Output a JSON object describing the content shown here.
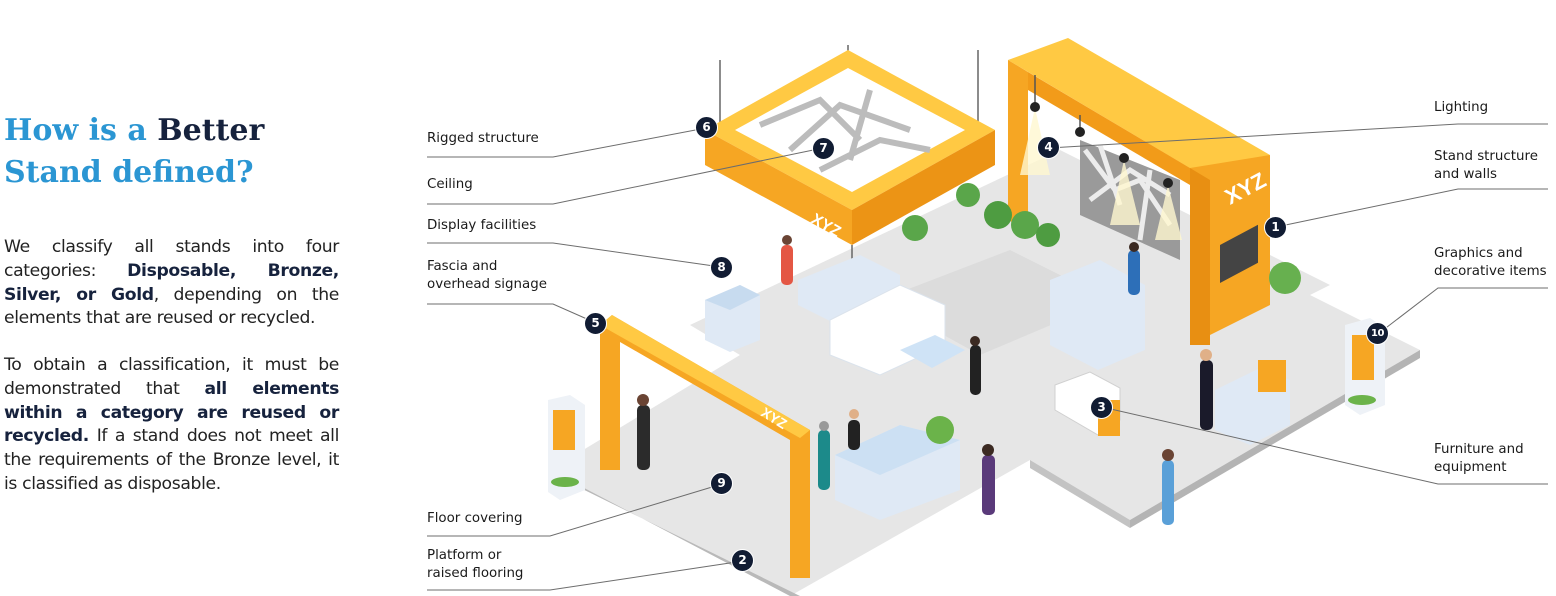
{
  "heading": {
    "part1": "How is a ",
    "part2": "Better",
    "part3": " Stand defined?"
  },
  "intro": {
    "p1_a": "We classify all stands into four categories: ",
    "p1_b": "Disposable, Bronze, Silver, or Gold",
    "p1_c": ", depending on the elements that are reused or recycled.",
    "p2_a": "To obtain a classification, it must be demonstrated that ",
    "p2_b": "all elements within a category are reused or recycled.",
    "p2_c": " If a stand does not meet all the requirements of the Bronze level, it is classified as disposable."
  },
  "labels": {
    "rigged": "Rigged structure",
    "ceiling": "Ceiling",
    "display": "Display facilities",
    "fascia_1": "Fascia and",
    "fascia_2": "overhead signage",
    "floor": "Floor covering",
    "platform_1": "Platform or",
    "platform_2": "raised flooring",
    "lighting": "Lighting",
    "structure_1": "Stand structure",
    "structure_2": "and walls",
    "graphics_1": "Graphics and",
    "graphics_2": "decorative items",
    "furniture_1": "Furniture and",
    "furniture_2": "equipment"
  },
  "markers": [
    "1",
    "2",
    "3",
    "4",
    "5",
    "6",
    "7",
    "8",
    "9",
    "10"
  ],
  "brand_text": "XYZ",
  "colors": {
    "accent_blue": "#2b96d3",
    "navy": "#16223d",
    "stand_orange": "#f6a623",
    "floor_gray": "#e6e6e6",
    "display_blue": "#d6e7f7"
  }
}
